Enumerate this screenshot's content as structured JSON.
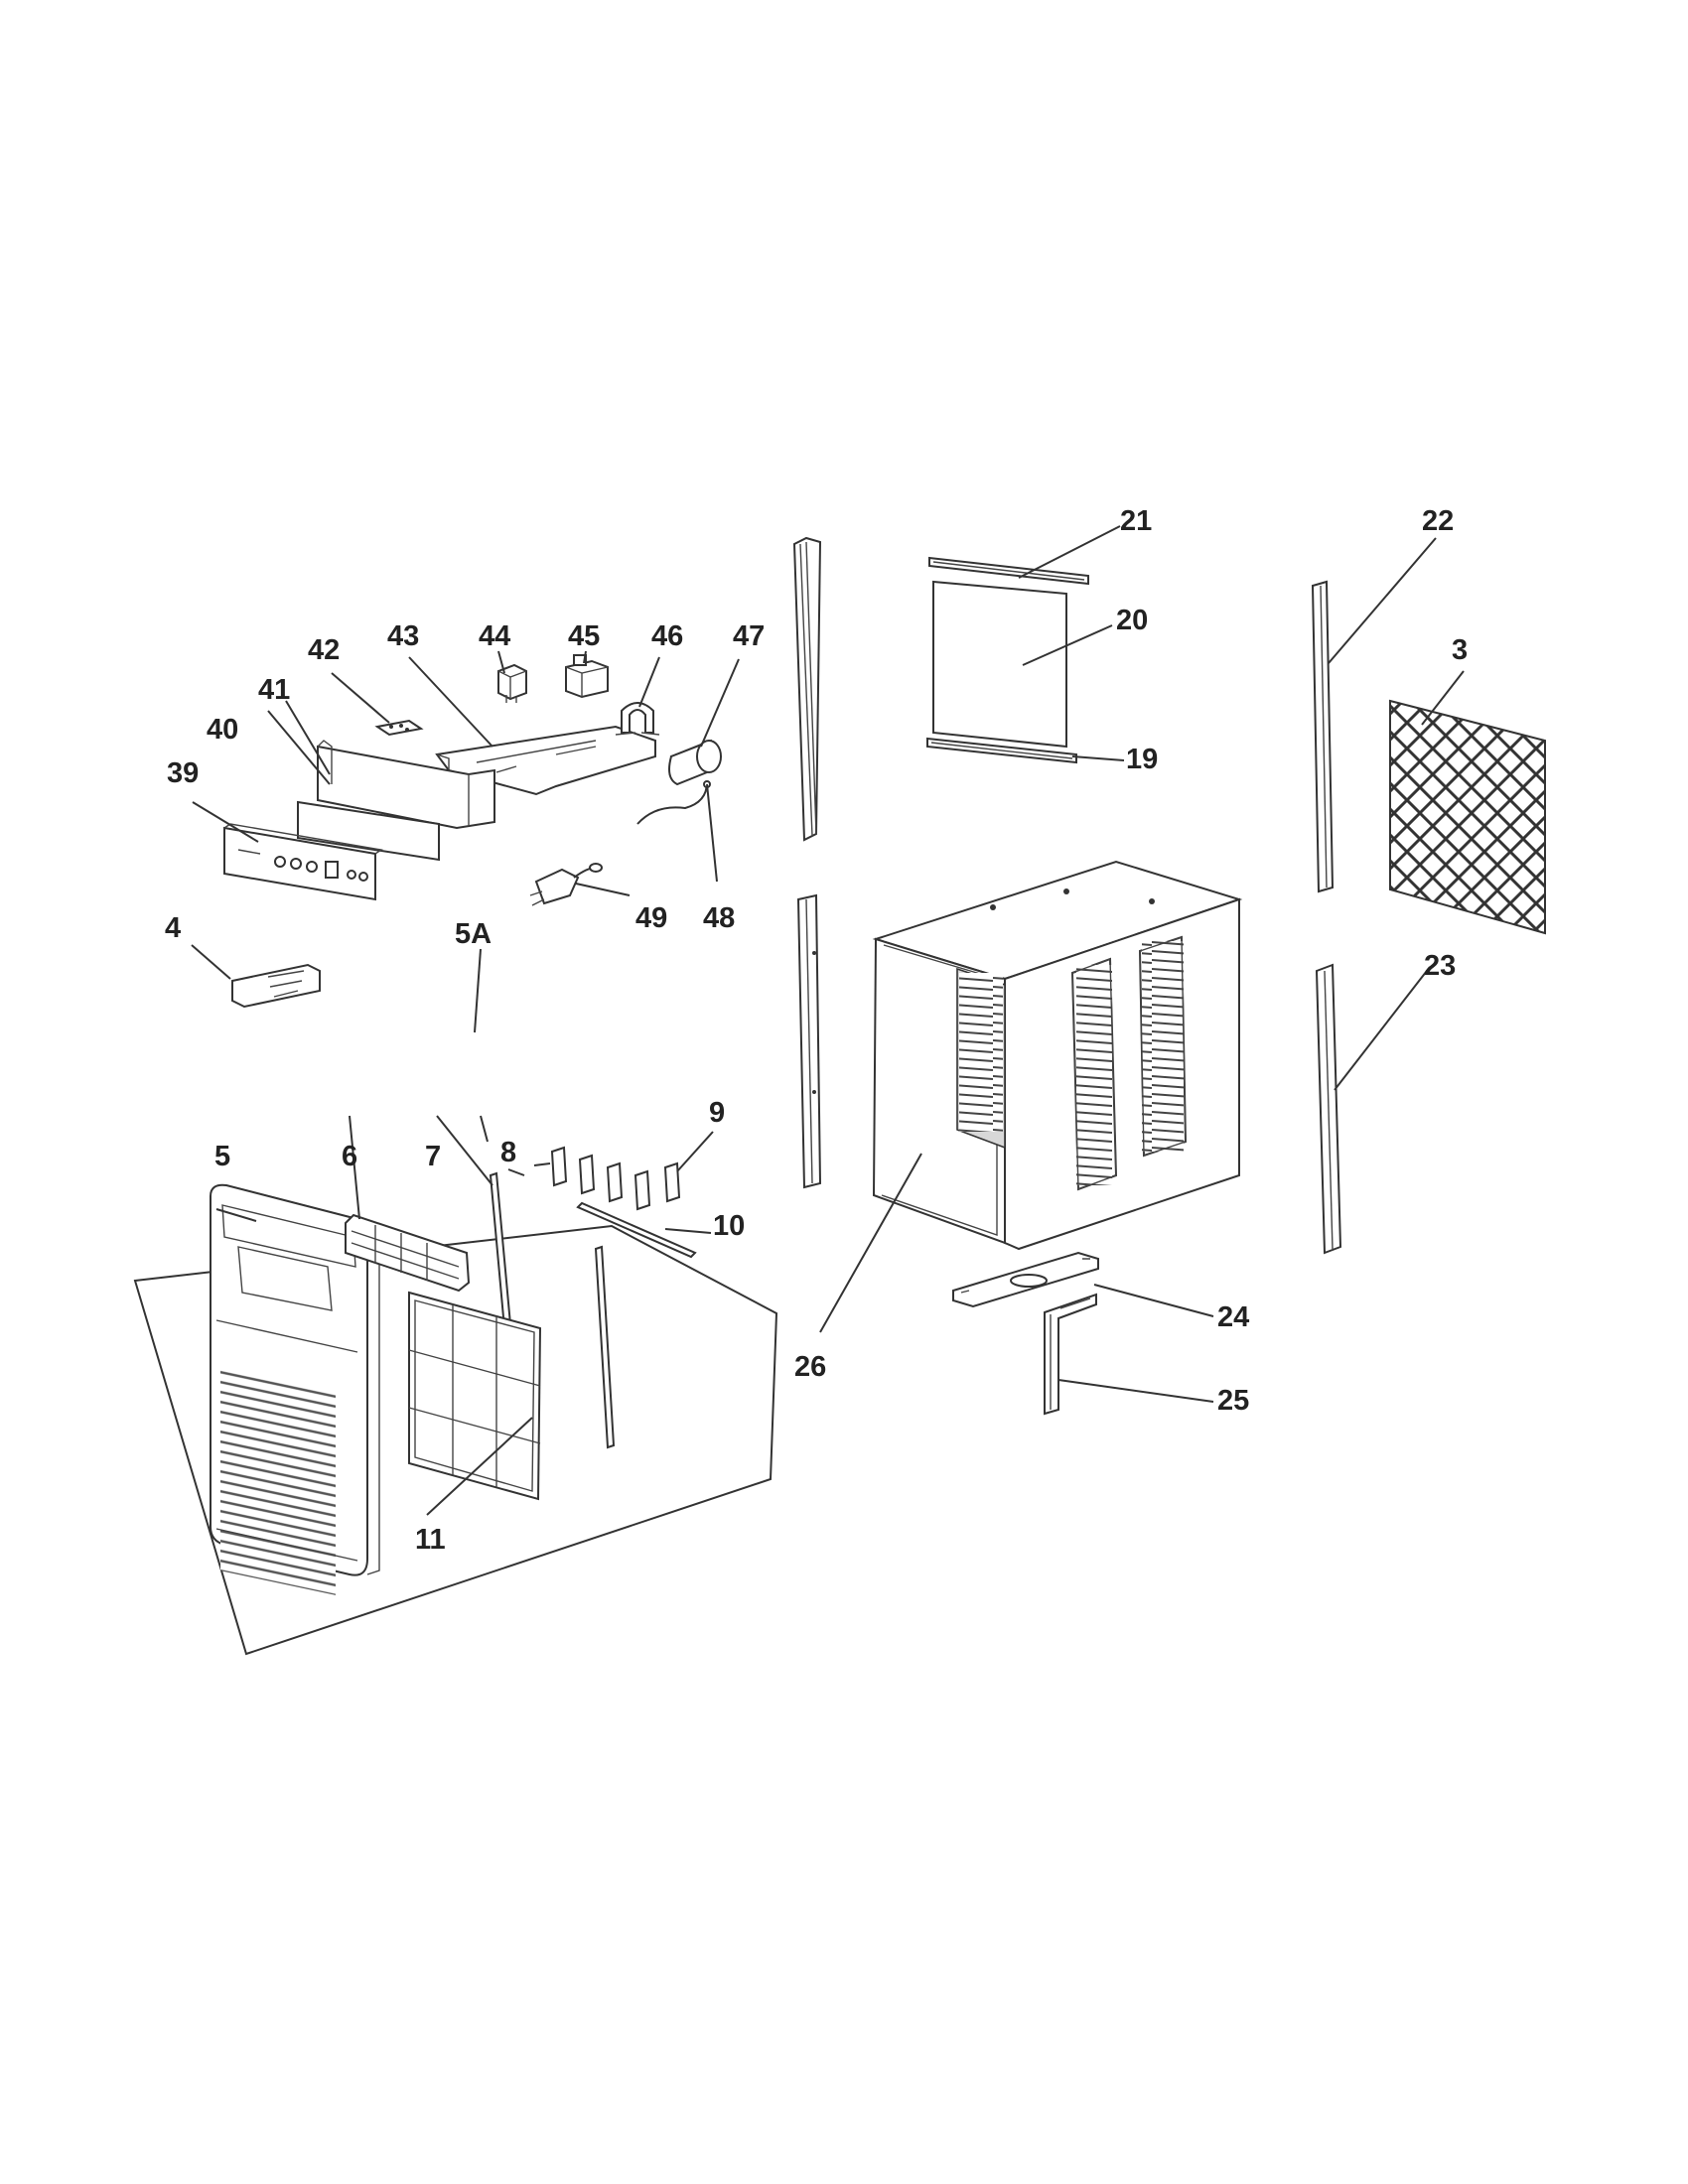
{
  "diagram": {
    "callouts": {
      "c3": "3",
      "c4": "4",
      "c5": "5",
      "c5a": "5A",
      "c6": "6",
      "c7": "7",
      "c8": "8",
      "c9": "9",
      "c10": "10",
      "c11": "11",
      "c19": "19",
      "c20": "20",
      "c21": "21",
      "c22": "22",
      "c23": "23",
      "c24": "24",
      "c25": "25",
      "c26": "26",
      "c39": "39",
      "c40": "40",
      "c41": "41",
      "c42": "42",
      "c43": "43",
      "c44": "44",
      "c45": "45",
      "c46": "46",
      "c47": "47",
      "c48": "48",
      "c49": "49"
    }
  }
}
